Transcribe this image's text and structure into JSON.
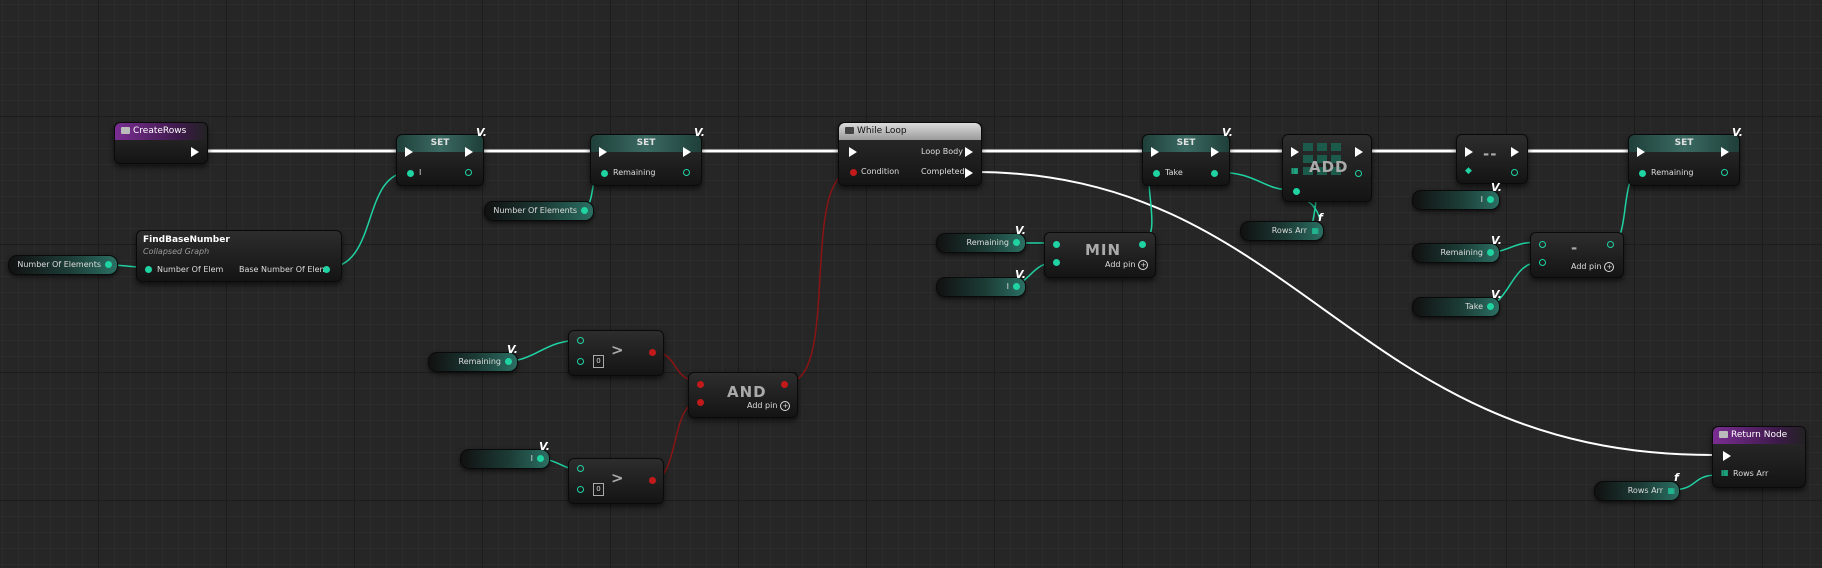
{
  "nodes": {
    "create_rows": {
      "title": "CreateRows"
    },
    "find_base": {
      "title": "FindBaseNumber",
      "subtitle": "Collapsed Graph",
      "in_pin": "Number Of Elem",
      "out_pin": "Base Number Of Elem"
    },
    "set1": {
      "title": "SET",
      "pin": "I"
    },
    "set2": {
      "title": "SET",
      "pin": "Remaining"
    },
    "while_loop": {
      "title": "While Loop",
      "loop_body": "Loop Body",
      "condition": "Condition",
      "completed": "Completed"
    },
    "set3": {
      "title": "SET",
      "pin": "Take"
    },
    "add": {
      "title": "ADD"
    },
    "decrement": {
      "title": "--"
    },
    "set4": {
      "title": "SET",
      "pin": "Remaining"
    },
    "min": {
      "title": "MIN",
      "add_pin": "Add pin"
    },
    "subtract": {
      "title": "-",
      "add_pin": "Add pin"
    },
    "and": {
      "title": "AND",
      "add_pin": "Add pin"
    },
    "greater1": {
      "title": ">",
      "value": "0"
    },
    "greater2": {
      "title": ">",
      "value": "0"
    },
    "return_node": {
      "title": "Return Node",
      "pin": "Rows Arr"
    }
  },
  "vars": {
    "num_elements_left": "Number Of Elements",
    "num_elements_mid": "Number Of Elements",
    "remaining_gt": "Remaining",
    "i_gt": "I",
    "remaining_min": "Remaining",
    "i_min": "I",
    "rows_arr_add": "Rows Arr",
    "i_dec": "I",
    "remaining_sub": "Remaining",
    "take_sub": "Take",
    "rows_arr_ret": "Rows Arr"
  },
  "colors": {
    "background": "#262626",
    "wire_int": "#1fd3a3",
    "wire_bool": "#8a1414",
    "wire_exec": "#ffffff",
    "func_header": "#7a2d92"
  }
}
